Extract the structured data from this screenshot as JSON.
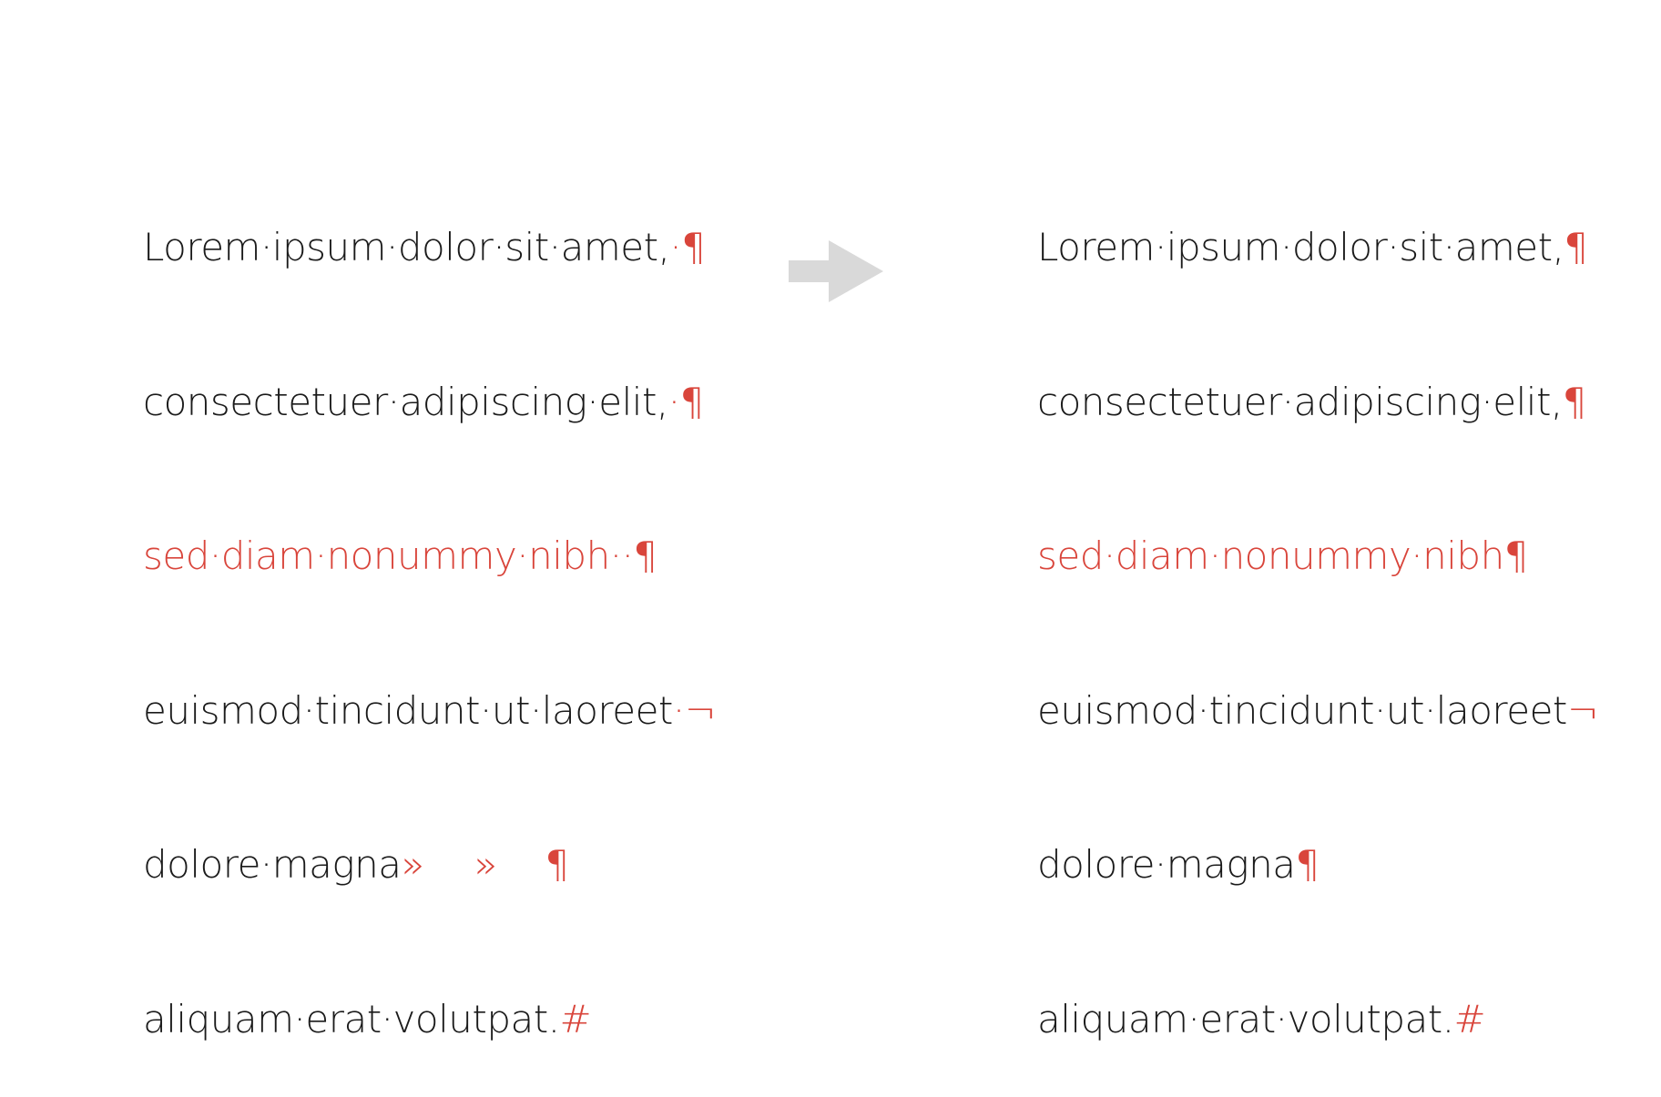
{
  "colors": {
    "text": "#1a1a1a",
    "marker": "#d9453b",
    "arrow": "#d9d9d9"
  },
  "icons": {
    "arrow": "right-arrow-icon"
  },
  "before": {
    "lines": [
      {
        "text": "Lorem·ipsum·dolor·sit·amet,",
        "marker": "·¶"
      },
      {
        "text": "consectetuer·adipiscing·elit,",
        "marker": "·¶"
      },
      {
        "text": "sed·diam·nonummy·nibh",
        "marker": "··¶"
      },
      {
        "text": "euismod·tincidunt·ut·laoreet",
        "marker": "·¬"
      },
      {
        "text": "dolore·magna",
        "tab1": "»",
        "tab2": "»",
        "marker": "¶"
      },
      {
        "text": "aliquam·erat·volutpat.",
        "marker": "#"
      }
    ]
  },
  "after": {
    "lines": [
      {
        "text": "Lorem·ipsum·dolor·sit·amet,",
        "marker": "¶"
      },
      {
        "text": "consectetuer·adipiscing·elit,",
        "marker": "¶"
      },
      {
        "text": "sed·diam·nonummy·nibh",
        "marker": "¶"
      },
      {
        "text": "euismod·tincidunt·ut·laoreet",
        "marker": "¬"
      },
      {
        "text": "dolore·magna",
        "marker": "¶"
      },
      {
        "text": "aliquam·erat·volutpat.",
        "marker": "#"
      }
    ]
  }
}
